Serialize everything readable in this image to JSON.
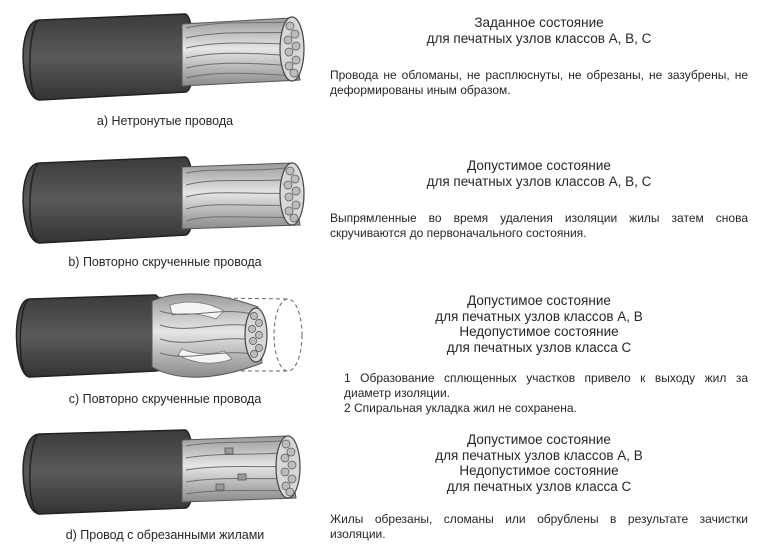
{
  "items": [
    {
      "caption": "a) Нетронутые провода",
      "heading": [
        "Заданное состояние",
        "для печатных узлов классов A, B, C"
      ],
      "description": [
        "Провода не обломаны, не расплюснуты, не обрезаны, не зазубрены, не деформированы иным образом."
      ]
    },
    {
      "caption": "b) Повторно скрученные провода",
      "heading": [
        "Допустимое состояние",
        "для печатных узлов классов A, B, C"
      ],
      "description": [
        "Выпрямленные во время удаления изоляции жилы затем снова скручиваются до первоначального состояния."
      ]
    },
    {
      "caption": "c) Повторно скрученные провода",
      "heading": [
        "Допустимое состояние",
        "для печатных узлов классов A, B",
        "Недопустимое состояние",
        "для печатных узлов класса C"
      ],
      "description": [
        "1 Образование сплющенных участков привело к выходу жил за диаметр изоляции.",
        "2 Спиральная укладка жил не сохранена."
      ]
    },
    {
      "caption": "d) Провод с обрезанными жилами",
      "heading": [
        "Допустимое состояние",
        "для печатных узлов классов A, B",
        "Недопустимое состояние",
        "для печатных узлов класса C"
      ],
      "description": [
        "Жилы обрезаны, сломаны или обрублены в результате зачистки изоляции."
      ]
    }
  ],
  "colors": {
    "insulation": "#4a4a4a",
    "strands": "#bdbdbd",
    "text": "#262626"
  }
}
